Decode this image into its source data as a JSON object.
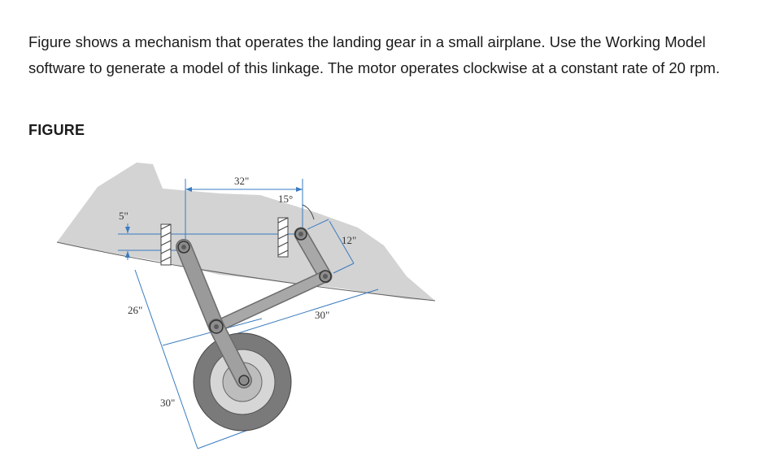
{
  "problem": {
    "text": "Figure shows a mechanism that operates the landing gear in a small airplane. Use the Working Model software to generate a model of this linkage. The motor operates clockwise at a constant rate of 20 rpm.",
    "figure_heading": "FIGURE"
  },
  "figure": {
    "labels": {
      "span_top": "32\"",
      "angle": "15°",
      "offset_left": "5\"",
      "crank_length": "12\"",
      "upper_strut": "26\"",
      "lower_strut": "30\"",
      "cross_link": "30\""
    },
    "colors": {
      "wing": "#d3d3d3",
      "link": "#9a9a9a",
      "dimension": "#3a7bbf"
    }
  }
}
